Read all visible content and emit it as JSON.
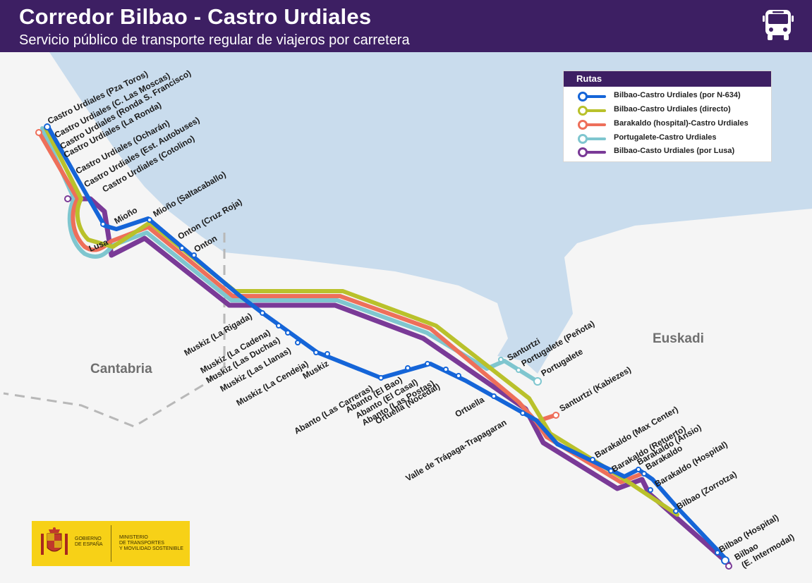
{
  "header": {
    "title": "Corredor Bilbao - Castro Urdiales",
    "subtitle": "Servicio público de transporte regular de viajeros por carretera",
    "icon": "bus-icon"
  },
  "colors": {
    "header_bg": "#3d1f63",
    "sea": "#c9dced",
    "land": "#f5f5f5",
    "routes": {
      "blue": "#1565d8",
      "yellow": "#b9c12b",
      "red": "#ee6f5a",
      "teal": "#7fc6cf",
      "purple": "#7a3a97"
    }
  },
  "regions": {
    "cantabria": "Cantabria",
    "euskadi": "Euskadi"
  },
  "legend": {
    "title": "Rutas",
    "items": [
      {
        "label": "Bilbao-Castro Urdiales (por N-634)",
        "color": "#1565d8"
      },
      {
        "label": "Bilbao-Castro Urdiales (directo)",
        "color": "#b9c12b"
      },
      {
        "label": "Barakaldo (hospital)-Castro Urdiales",
        "color": "#ee6f5a"
      },
      {
        "label": "Portugalete-Castro Urdiales",
        "color": "#7fc6cf"
      },
      {
        "label": "Bilbao-Casto Urdiales (por Lusa)",
        "color": "#7a3a97"
      }
    ]
  },
  "stations": {
    "cu_pza_toros": "Castro Urdiales (Pza Toros)",
    "cu_moscas": "Castro Urdiales (C. Las Moscas)",
    "cu_ronda_sf": "Castro Urdiales (Ronda S. Francisco)",
    "cu_la_ronda": "Castro Urdiales (La Ronda)",
    "cu_ocharan": "Castro Urdiales (Ocharán)",
    "cu_est_autobuses": "Castro Urdiales (Est. Autobuses)",
    "cu_cotolino": "Castro Urdiales (Cotolino)",
    "lusa": "Lusa",
    "miono": "Mioño",
    "miono_saltacaballo": "Mioño (Saltacaballo)",
    "onton_cruz_roja": "Onton (Cruz Roja)",
    "onton": "Onton",
    "muskiz_rigada": "Muskiz (La Rigada)",
    "muskiz_cadena": "Muskiz (La Cadena)",
    "muskiz_duchas": "Muskiz (Las Duchas)",
    "muskiz_llanas": "Muskiz (Las Llanas)",
    "muskiz_cendeja": "Muskiz (La Cendeja)",
    "muskiz": "Muskiz",
    "abanto_carreras": "Abanto (Las Carreras)",
    "abanto_bao": "Abanto (El Bao)",
    "abanto_casal": "Abanto (El Casal)",
    "abanto_postas": "Abanto (Las Postas)",
    "ortuella_nocedal": "Ortuella (Nocedal)",
    "ortuella": "Ortuella",
    "valle_trapaga": "Valle de Trápaga-Trapagaran",
    "santurtzi": "Santurtzi",
    "portugalete_penota": "Portugalete (Peñota)",
    "portugalete": "Portugalete",
    "santurtzi_kabiezes": "Santurtzi (Kabiezes)",
    "barakaldo_max": "Barakaldo (Max Center)",
    "barakaldo_retuerto": "Barakaldo (Retuerto)",
    "barakaldo_ansio": "Barakaldo (Ansio)",
    "barakaldo": "Barakaldo",
    "barakaldo_hospital": "Barakaldo (Hospital)",
    "bilbao_zorrotza": "Bilbao (Zorrotza)",
    "bilbao_hospital": "Bilbao (Hospital)",
    "bilbao": "Bilbao",
    "bilbao_intermodal": "(E. Intermodal)"
  },
  "footer": {
    "gov_line1": "GOBIERNO",
    "gov_line2": "DE ESPAÑA",
    "ministry": "MINISTERIO\nDE TRANSPORTES\nY MOVILIDAD SOSTENIBLE",
    "emblem": "coat-of-arms-icon"
  }
}
